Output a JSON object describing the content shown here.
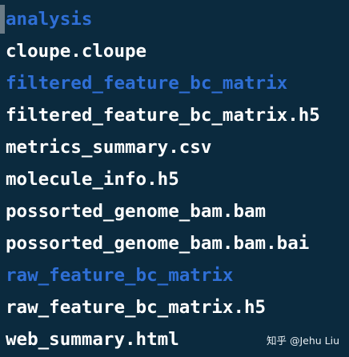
{
  "terminal": {
    "background": "#0b2a3e",
    "directory_color": "#2f6fd6",
    "file_color": "#ffffff",
    "entries": [
      {
        "name": "analysis",
        "kind": "directory"
      },
      {
        "name": "cloupe.cloupe",
        "kind": "file"
      },
      {
        "name": "filtered_feature_bc_matrix",
        "kind": "directory"
      },
      {
        "name": "filtered_feature_bc_matrix.h5",
        "kind": "file"
      },
      {
        "name": "metrics_summary.csv",
        "kind": "file"
      },
      {
        "name": "molecule_info.h5",
        "kind": "file"
      },
      {
        "name": "possorted_genome_bam.bam",
        "kind": "file"
      },
      {
        "name": "possorted_genome_bam.bam.bai",
        "kind": "file"
      },
      {
        "name": "raw_feature_bc_matrix",
        "kind": "directory"
      },
      {
        "name": "raw_feature_bc_matrix.h5",
        "kind": "file"
      },
      {
        "name": "web_summary.html",
        "kind": "file"
      }
    ]
  },
  "watermark": {
    "text": "知乎 @Jehu Liu"
  }
}
